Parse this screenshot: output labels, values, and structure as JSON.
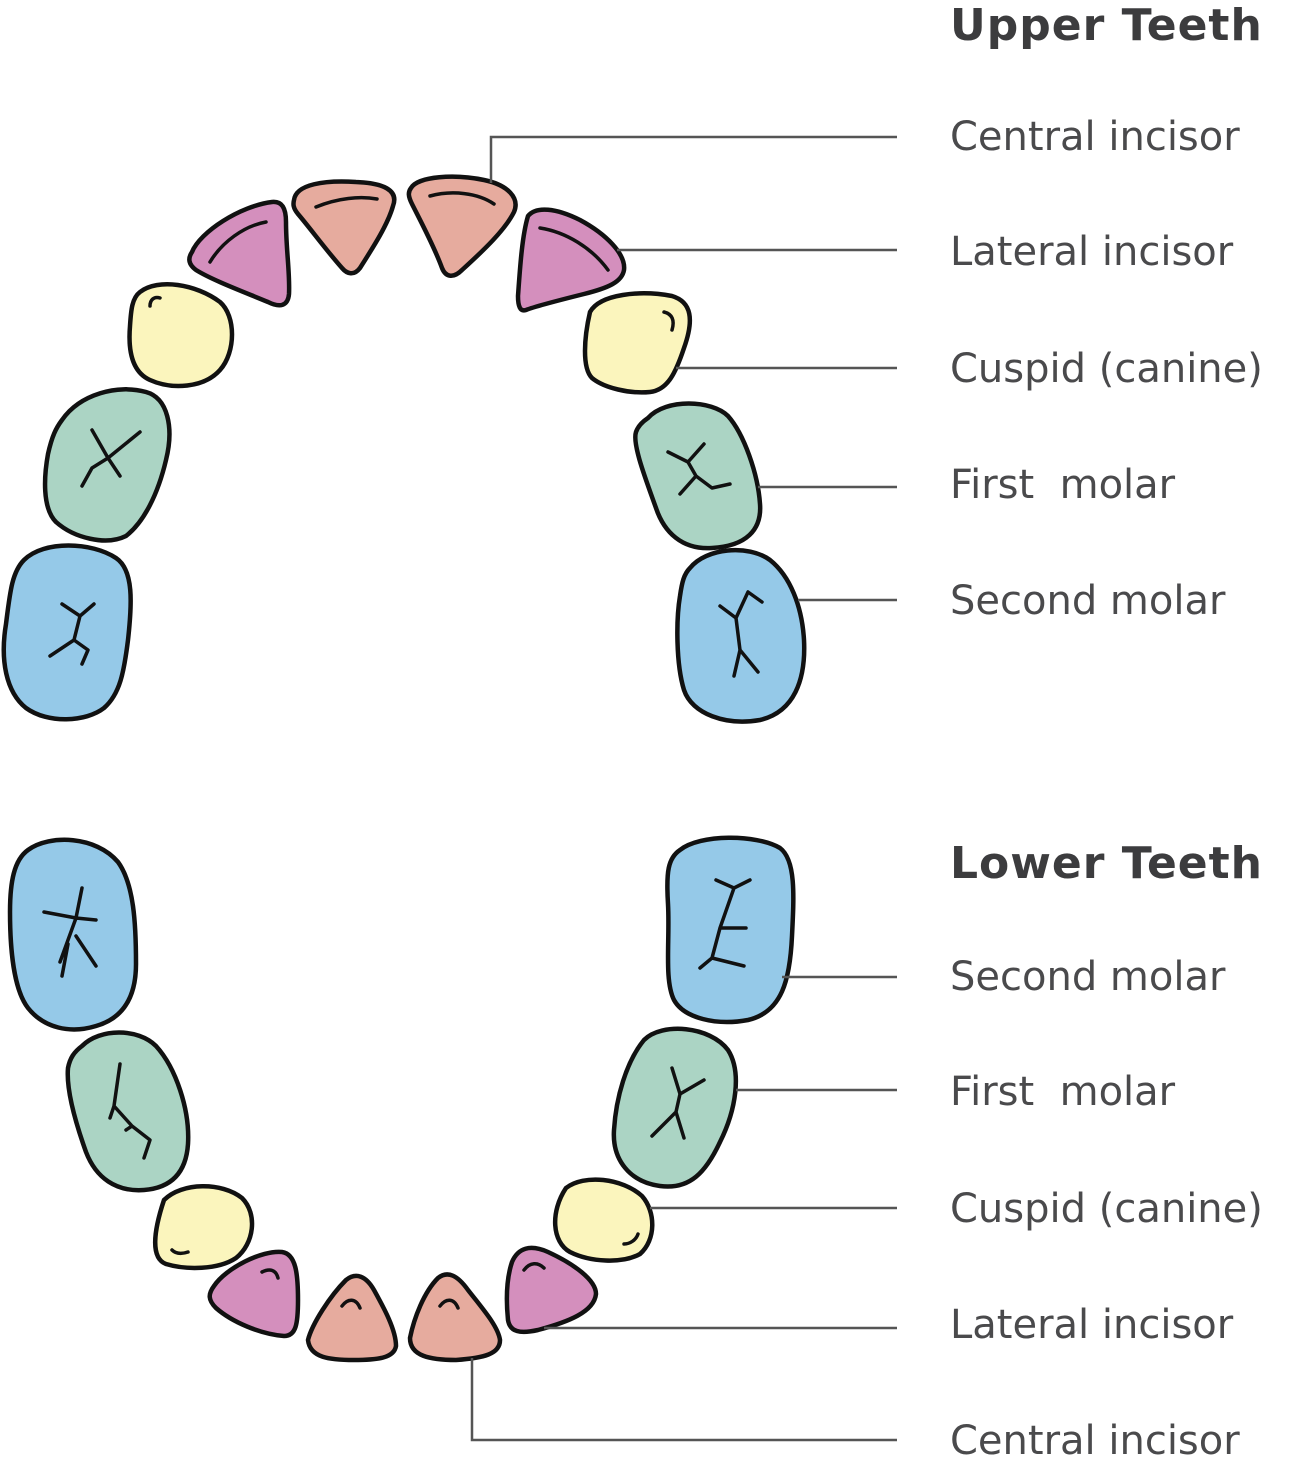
{
  "upper": {
    "heading": "Upper Teeth",
    "labels": {
      "central": "Central incisor",
      "lateral": "Lateral incisor",
      "cuspid": "Cuspid (canine)",
      "first_molar": "First  molar",
      "second_molar": "Second molar"
    }
  },
  "lower": {
    "heading": "Lower Teeth",
    "labels": {
      "second_molar": "Second molar",
      "first_molar": "First  molar",
      "cuspid": "Cuspid (canine)",
      "lateral": "Lateral incisor",
      "central": "Central incisor"
    }
  },
  "colors": {
    "central_incisor": "#e6ab9e",
    "lateral_incisor": "#d48fbd",
    "cuspid": "#fbf5bd",
    "first_molar": "#abd4c4",
    "second_molar": "#95c9e8",
    "outline": "#111111",
    "leader_line": "#555555"
  }
}
